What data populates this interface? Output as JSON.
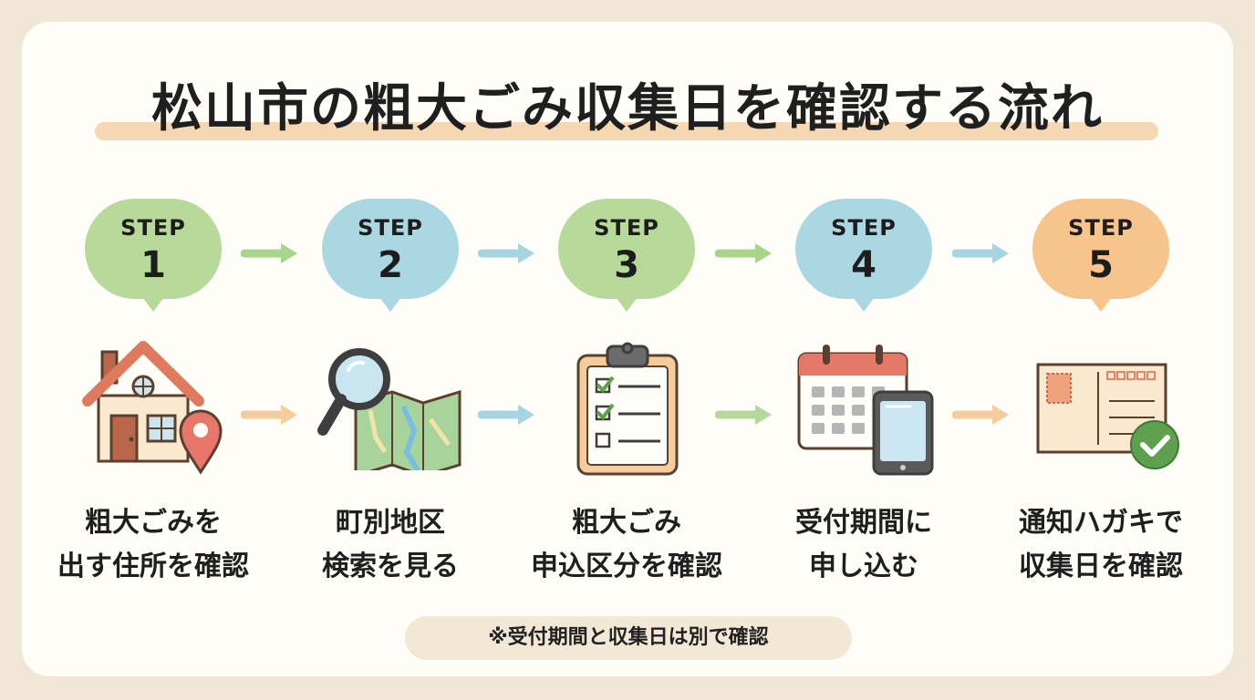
{
  "title": "松山市の粗大ごみ収集日を確認する流れ",
  "step_word": "STEP",
  "steps": [
    {
      "number": "1",
      "line1": "粗大ごみを",
      "line2": "出す住所を確認",
      "color": "#b7d99a",
      "icon": "house-location-icon"
    },
    {
      "number": "2",
      "line1": "町別地区",
      "line2": "検索を見る",
      "color": "#abd7e3",
      "icon": "magnifier-map-icon"
    },
    {
      "number": "3",
      "line1": "粗大ごみ",
      "line2": "申込区分を確認",
      "color": "#b7d99a",
      "icon": "clipboard-checklist-icon"
    },
    {
      "number": "4",
      "line1": "受付期間に",
      "line2": "申し込む",
      "color": "#abd7e3",
      "icon": "calendar-phone-icon"
    },
    {
      "number": "5",
      "line1": "通知ハガキで",
      "line2": "収集日を確認",
      "color": "#f6c48c",
      "icon": "postcard-check-icon"
    }
  ],
  "note": "※受付期間と収集日は別で確認"
}
